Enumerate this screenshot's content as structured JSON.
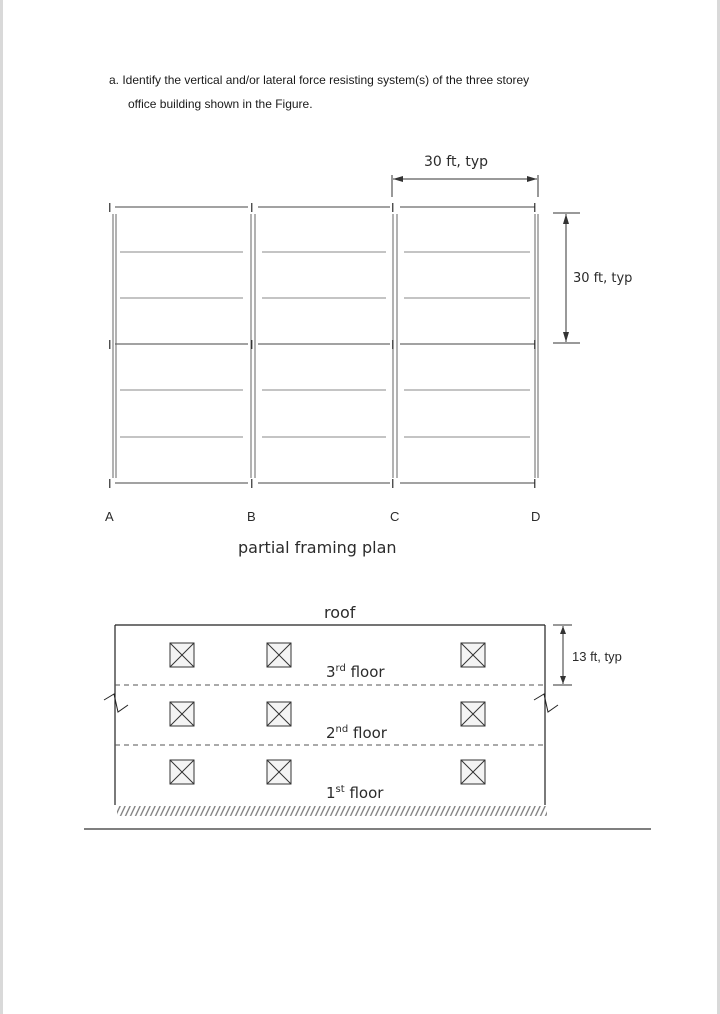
{
  "question": {
    "line1": "a.  Identify the vertical and/or lateral force resisting system(s) of the three storey",
    "line2": "office building shown in the Figure."
  },
  "plan": {
    "top_dimension": "30 ft, typ",
    "side_dimension": "30 ft, typ",
    "grid_labels": [
      "A",
      "B",
      "C",
      "D"
    ],
    "column_mark": "I",
    "caption": "partial framing plan"
  },
  "elevation": {
    "roof_label": "roof",
    "floor_labels": [
      "3rd floor",
      "2nd floor",
      "1st floor"
    ],
    "floor_suffixes": [
      "rd",
      "nd",
      "st"
    ],
    "height_dimension": "13 ft, typ"
  }
}
